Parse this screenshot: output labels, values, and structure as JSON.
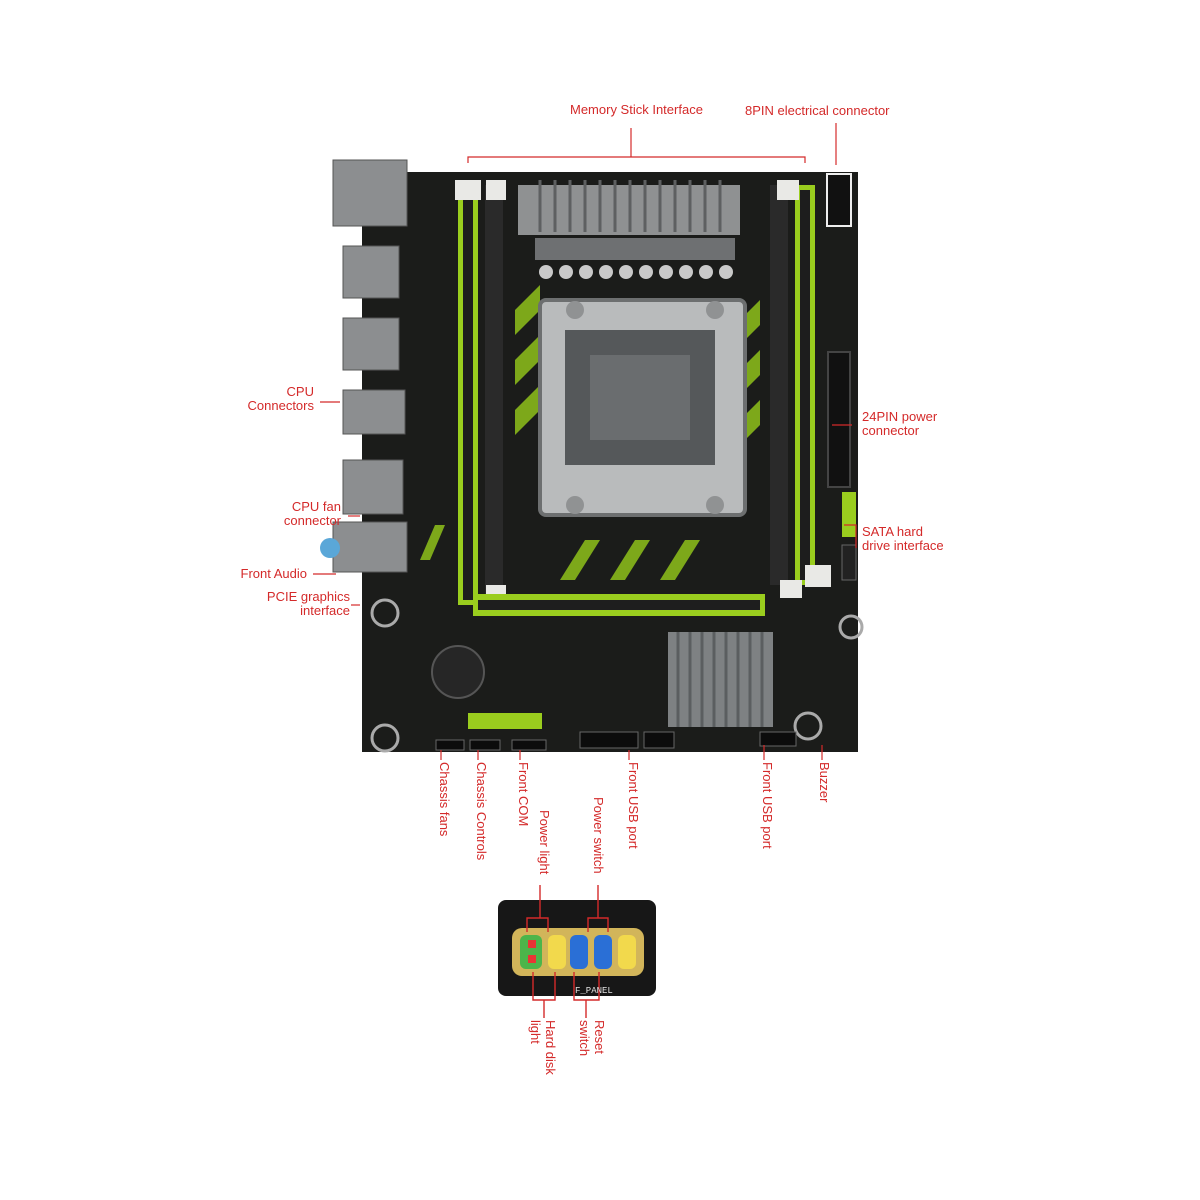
{
  "labels": {
    "memory": "Memory Stick Interface",
    "eight_pin": "8PIN electrical connector",
    "cpu_connectors_1": "CPU",
    "cpu_connectors_2": "Connectors",
    "pin24_1": "24PIN power",
    "pin24_2": "connector",
    "cpu_fan_1": "CPU fan",
    "cpu_fan_2": "connector",
    "sata_1": "SATA hard",
    "sata_2": "drive interface",
    "front_audio": "Front Audio",
    "pcie_1": "PCIE graphics",
    "pcie_2": "interface",
    "chassis_fans": "Chassis fans",
    "chassis_controls": "Chassis Controls",
    "front_com": "Front COM",
    "front_usb_1": "Front USB port",
    "front_usb_2": "Front USB port",
    "buzzer": "Buzzer",
    "power_light": "Power light",
    "power_switch": "Power switch",
    "hard_disk_1": "Hard disk",
    "hard_disk_2": "light",
    "reset_1": "Reset",
    "reset_2": "switch",
    "f_panel": "F_PANEL"
  },
  "colors": {
    "label": "#d42a2a",
    "board": "#1b1c1a",
    "accent_green": "#9acd1e",
    "heatsink": "#8f9192"
  }
}
